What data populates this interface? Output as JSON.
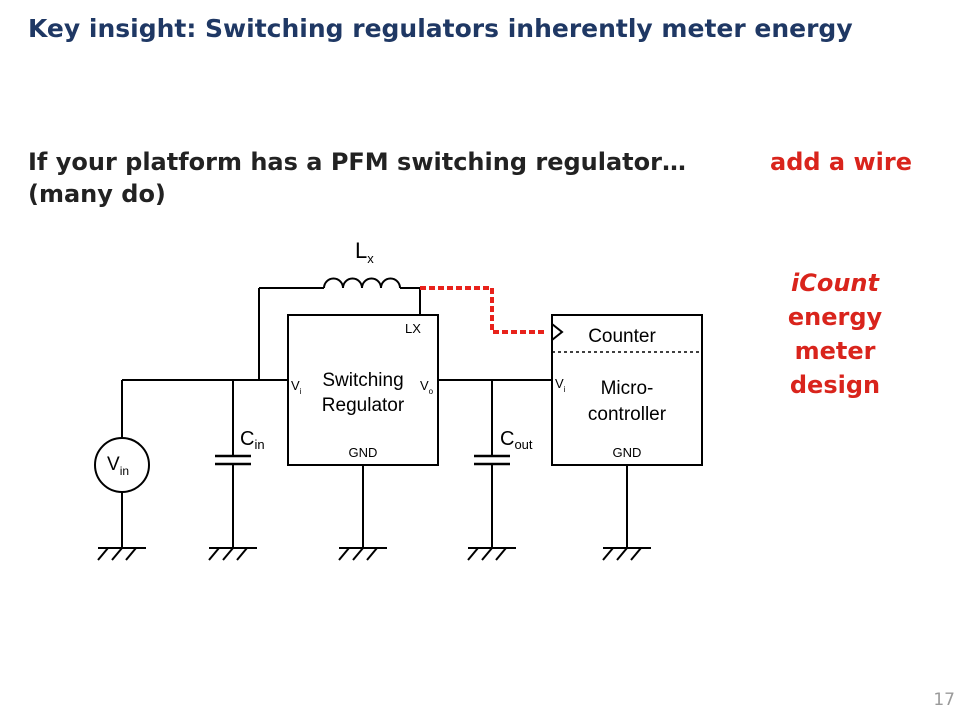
{
  "slide": {
    "title": "Key insight: Switching regulators inherently meter energy",
    "subtitle_text": "If your platform has a PFM switching regulator… (many do)",
    "highlight_text": "add a wire",
    "icount_label": {
      "italic": "iCount",
      "line2": "energy",
      "line3": "meter",
      "line4": "design"
    },
    "page_number": "17"
  },
  "diagram": {
    "inductor_label": "L",
    "inductor_sub": "x",
    "regulator_name_1": "Switching",
    "regulator_name_2": "Regulator",
    "regulator_lx": "LX",
    "regulator_vi": "V",
    "regulator_vi_sub": "i",
    "regulator_vo": "V",
    "regulator_vo_sub": "o",
    "regulator_gnd": "GND",
    "cin_label": "C",
    "cin_sub": "in",
    "cout_label": "C",
    "cout_sub": "out",
    "vin_label": "V",
    "vin_sub": "in",
    "counter_label": "Counter",
    "mcu_name_1": "Micro-",
    "mcu_name_2": "controller",
    "mcu_vi": "V",
    "mcu_vi_sub": "i",
    "mcu_gnd": "GND",
    "colors": {
      "wire": "#000000",
      "added_wire": "#e8221b",
      "title": "#1f3864",
      "accent": "#d9241c"
    }
  }
}
